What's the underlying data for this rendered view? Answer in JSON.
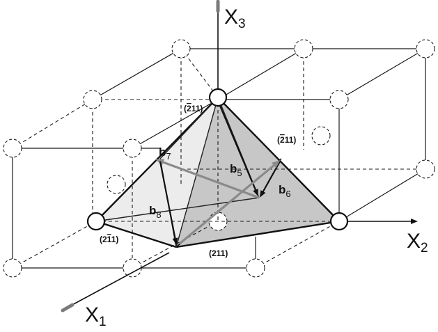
{
  "axes": {
    "x1": {
      "letter": "X",
      "sub": "1"
    },
    "x2": {
      "letter": "X",
      "sub": "2"
    },
    "x3": {
      "letter": "X",
      "sub": "3"
    }
  },
  "planes": {
    "p_bar2_11": {
      "bar": "2",
      "rest": "11)",
      "open": "("
    },
    "p_2_bar1_1": {
      "pre": "(2",
      "bar": "1",
      "rest": "1)"
    },
    "p_211": "(211)",
    "p_bar211": {
      "open": "(",
      "bar": "2",
      "rest": "11)"
    }
  },
  "vectors": {
    "b5": {
      "letter": "b",
      "sub": "5"
    },
    "b6": {
      "letter": "b",
      "sub": "6"
    },
    "b7": {
      "letter": "b",
      "sub": "7"
    },
    "b8": {
      "letter": "b",
      "sub": "8"
    }
  },
  "colors": {
    "face_light": "#ececec",
    "face_mid": "#d6d6d6",
    "face_dark": "#bdbdbd",
    "grey_vector": "#8a8a8a",
    "axis_tip": "#7a7a7a"
  }
}
